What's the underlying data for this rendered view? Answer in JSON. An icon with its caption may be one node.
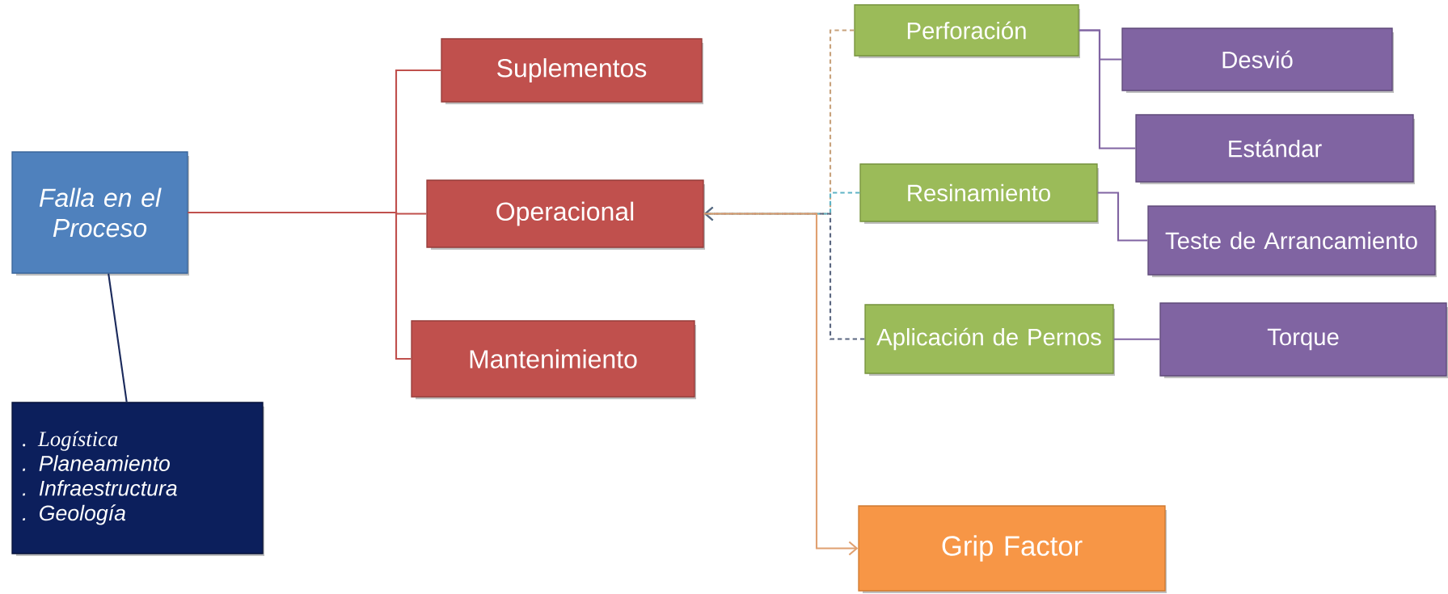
{
  "diagram": {
    "nodes": [
      {
        "text": [
          "Falla en el Proceso"
        ]
      },
      {
        "text": [
          ". Logística",
          ". Planeamiento",
          ". Infraestructura",
          ". Geología"
        ]
      },
      {
        "text": [
          "Suplementos"
        ]
      },
      {
        "text": [
          "Operacional"
        ]
      },
      {
        "text": [
          "Mantenimiento"
        ]
      },
      {
        "text": [
          "Perforación"
        ]
      },
      {
        "text": [
          "Resinamiento"
        ]
      },
      {
        "text": [
          "Aplicación de Pernos"
        ]
      },
      {
        "text": [
          "Grip Factor"
        ]
      },
      {
        "text": [
          "Desvió"
        ]
      },
      {
        "text": [
          "Estándar"
        ]
      },
      {
        "text": [
          "Teste de Arrancamiento"
        ]
      },
      {
        "text": [
          "Torque"
        ]
      }
    ],
    "edges": [
      {
        "from": 0,
        "to": 2,
        "arrow": "none",
        "color": "#c0504d"
      },
      {
        "from": 0,
        "to": 3,
        "arrow": "none",
        "color": "#c0504d"
      },
      {
        "from": 0,
        "to": 4,
        "arrow": "none",
        "color": "#c0504d"
      },
      {
        "from": 0,
        "to": 1,
        "arrow": "none",
        "color": "#1b2a5c"
      },
      {
        "from": 5,
        "to": 3,
        "arrow": "to",
        "style": "dashed",
        "color": "#c8a27c"
      },
      {
        "from": 6,
        "to": 3,
        "arrow": "to",
        "style": "dashed",
        "color": "#5fb3c6"
      },
      {
        "from": 7,
        "to": 3,
        "arrow": "to",
        "style": "dashed",
        "color": "#5a6680"
      },
      {
        "from": 3,
        "to": 8,
        "arrow": "to",
        "color": "#e0a070"
      },
      {
        "from": 5,
        "to": 9,
        "arrow": "none",
        "color": "#8064a2"
      },
      {
        "from": 5,
        "to": 10,
        "arrow": "none",
        "color": "#8064a2"
      },
      {
        "from": 6,
        "to": 11,
        "arrow": "none",
        "color": "#8064a2"
      },
      {
        "from": 7,
        "to": 12,
        "arrow": "none",
        "color": "#8064a2"
      }
    ]
  }
}
